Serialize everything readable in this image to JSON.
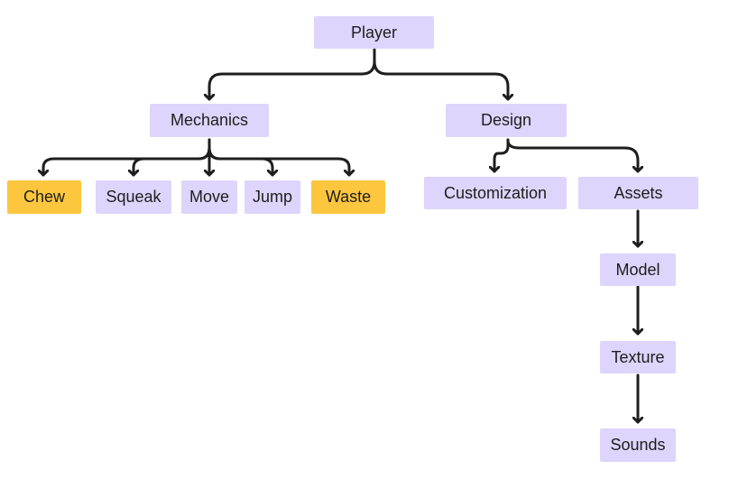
{
  "diagram": {
    "colors": {
      "node_default": "#ddd5fb",
      "node_highlight": "#fcc63f",
      "connector": "#1e1e1e",
      "text": "#1e1e1e"
    },
    "nodes": {
      "player": {
        "label": "Player"
      },
      "mechanics": {
        "label": "Mechanics"
      },
      "design": {
        "label": "Design"
      },
      "chew": {
        "label": "Chew",
        "highlighted": true
      },
      "squeak": {
        "label": "Squeak"
      },
      "move": {
        "label": "Move"
      },
      "jump": {
        "label": "Jump"
      },
      "waste": {
        "label": "Waste",
        "highlighted": true
      },
      "customization": {
        "label": "Customization"
      },
      "assets": {
        "label": "Assets"
      },
      "model": {
        "label": "Model"
      },
      "texture": {
        "label": "Texture"
      },
      "sounds": {
        "label": "Sounds"
      }
    },
    "edges": [
      {
        "from": "Player",
        "to": "Mechanics"
      },
      {
        "from": "Player",
        "to": "Design"
      },
      {
        "from": "Mechanics",
        "to": "Chew"
      },
      {
        "from": "Mechanics",
        "to": "Squeak"
      },
      {
        "from": "Mechanics",
        "to": "Move"
      },
      {
        "from": "Mechanics",
        "to": "Jump"
      },
      {
        "from": "Mechanics",
        "to": "Waste"
      },
      {
        "from": "Design",
        "to": "Customization"
      },
      {
        "from": "Design",
        "to": "Assets"
      },
      {
        "from": "Assets",
        "to": "Model"
      },
      {
        "from": "Model",
        "to": "Texture"
      },
      {
        "from": "Texture",
        "to": "Sounds"
      }
    ]
  }
}
